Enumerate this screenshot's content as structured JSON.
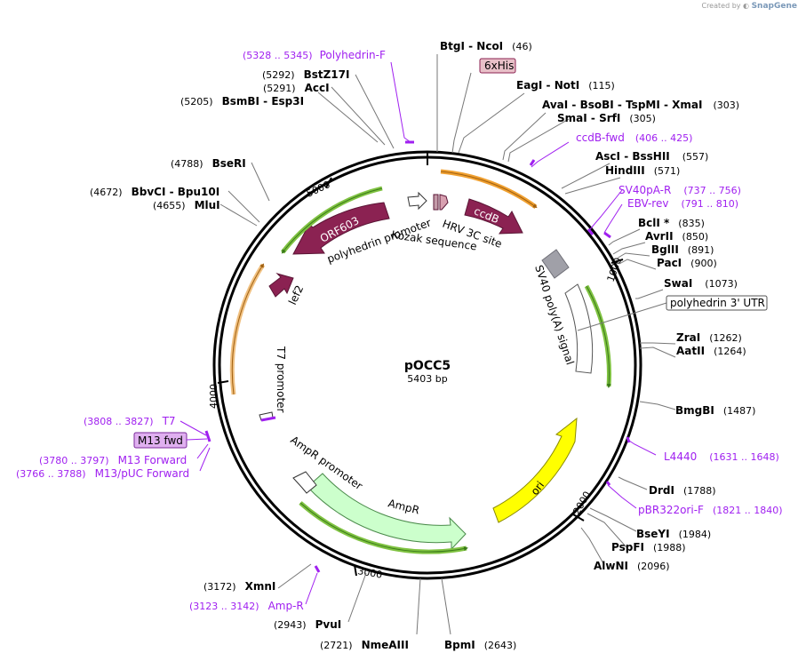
{
  "credit": {
    "prefix": "Created by",
    "brand": "SnapGene"
  },
  "plasmid": {
    "name": "pOCC5",
    "length_label": "5403 bp",
    "length": 5403
  },
  "ticks": [
    "1000",
    "2000",
    "3000",
    "4000",
    "5000"
  ],
  "enzymes": [
    {
      "name": "BtgI",
      "pos": ""
    },
    {
      "name": "NcoI",
      "pos": "(46)"
    },
    {
      "name": "EagI",
      "pos": ""
    },
    {
      "name": "NotI",
      "pos": "(115)"
    },
    {
      "name": "AvaI",
      "pos": ""
    },
    {
      "name": "BsoBI",
      "pos": ""
    },
    {
      "name": "TspMI",
      "pos": ""
    },
    {
      "name": "XmaI",
      "pos": "(303)"
    },
    {
      "name": "SmaI",
      "pos": ""
    },
    {
      "name": "SrfI",
      "pos": "(305)"
    },
    {
      "name": "AscI",
      "pos": ""
    },
    {
      "name": "BssHII",
      "pos": "(557)"
    },
    {
      "name": "HindIII",
      "pos": "(571)"
    },
    {
      "name": "BclI *",
      "pos": "(835)"
    },
    {
      "name": "AvrII",
      "pos": "(850)"
    },
    {
      "name": "BglII",
      "pos": "(891)"
    },
    {
      "name": "PacI",
      "pos": "(900)"
    },
    {
      "name": "SwaI",
      "pos": "(1073)"
    },
    {
      "name": "ZraI",
      "pos": "(1262)"
    },
    {
      "name": "AatII",
      "pos": "(1264)"
    },
    {
      "name": "BmgBI",
      "pos": "(1487)"
    },
    {
      "name": "DrdI",
      "pos": "(1788)"
    },
    {
      "name": "BseYI",
      "pos": "(1984)"
    },
    {
      "name": "PspFI",
      "pos": "(1988)"
    },
    {
      "name": "AlwNI",
      "pos": "(2096)"
    },
    {
      "name": "BpmI",
      "pos": "(2643)"
    },
    {
      "name": "NmeAIII",
      "pos": "(2721)"
    },
    {
      "name": "PvuI",
      "pos": "(2943)"
    },
    {
      "name": "XmnI",
      "pos": "(3172)"
    },
    {
      "name": "MluI",
      "pos": "(4655)"
    },
    {
      "name": "BbvCI",
      "pos": "(4672)"
    },
    {
      "name": "Bpu10I",
      "pos": ""
    },
    {
      "name": "BseRI",
      "pos": "(4788)"
    },
    {
      "name": "BsmBI",
      "pos": "(5205)"
    },
    {
      "name": "Esp3I",
      "pos": ""
    },
    {
      "name": "AccI",
      "pos": "(5291)"
    },
    {
      "name": "BstZ17I",
      "pos": "(5292)"
    }
  ],
  "primers": [
    {
      "name": "Polyhedrin-F",
      "range": "(5328 .. 5345)"
    },
    {
      "name": "ccdB-fwd",
      "range": "(406 .. 425)"
    },
    {
      "name": "SV40pA-R",
      "range": "(737 .. 756)"
    },
    {
      "name": "EBV-rev",
      "range": "(791 .. 810)"
    },
    {
      "name": "L4440",
      "range": "(1631 .. 1648)"
    },
    {
      "name": "pBR322ori-F",
      "range": "(1821 .. 1840)"
    },
    {
      "name": "Amp-R",
      "range": "(3123 .. 3142)"
    },
    {
      "name": "T7",
      "range": "(3808 .. 3827)"
    },
    {
      "name": "M13 fwd",
      "range": ""
    },
    {
      "name": "M13 Forward",
      "range": "(3780 .. 3797)"
    },
    {
      "name": "M13/pUC Forward",
      "range": "(3766 .. 3788)"
    }
  ],
  "boxed_labels": {
    "his": "6xHis",
    "utr": "polyhedrin 3' UTR",
    "m13": "M13 fwd"
  },
  "features": {
    "orf603": "ORF603",
    "ccdb": "ccdB",
    "lef2": "lef2",
    "ori": "ori",
    "ampr": "AmpR",
    "polyhedrin_promoter": "polyhedrin promoter",
    "hrv": "HRV 3C site",
    "kozak": "Kozak sequence",
    "sv40": "SV40 poly(A) signal",
    "t7": "T7 promoter",
    "ampr_promoter": "AmpR promoter"
  },
  "colors": {
    "backbone": "#000000",
    "orf": "#8b2252",
    "ori": "#ffff00",
    "ampr": "#ccffcc",
    "primer": "#a020f0",
    "primer_bind_green": "#7fc241",
    "primer_bind_orange": "#f0a030",
    "polyA": "#a0a0a8"
  }
}
